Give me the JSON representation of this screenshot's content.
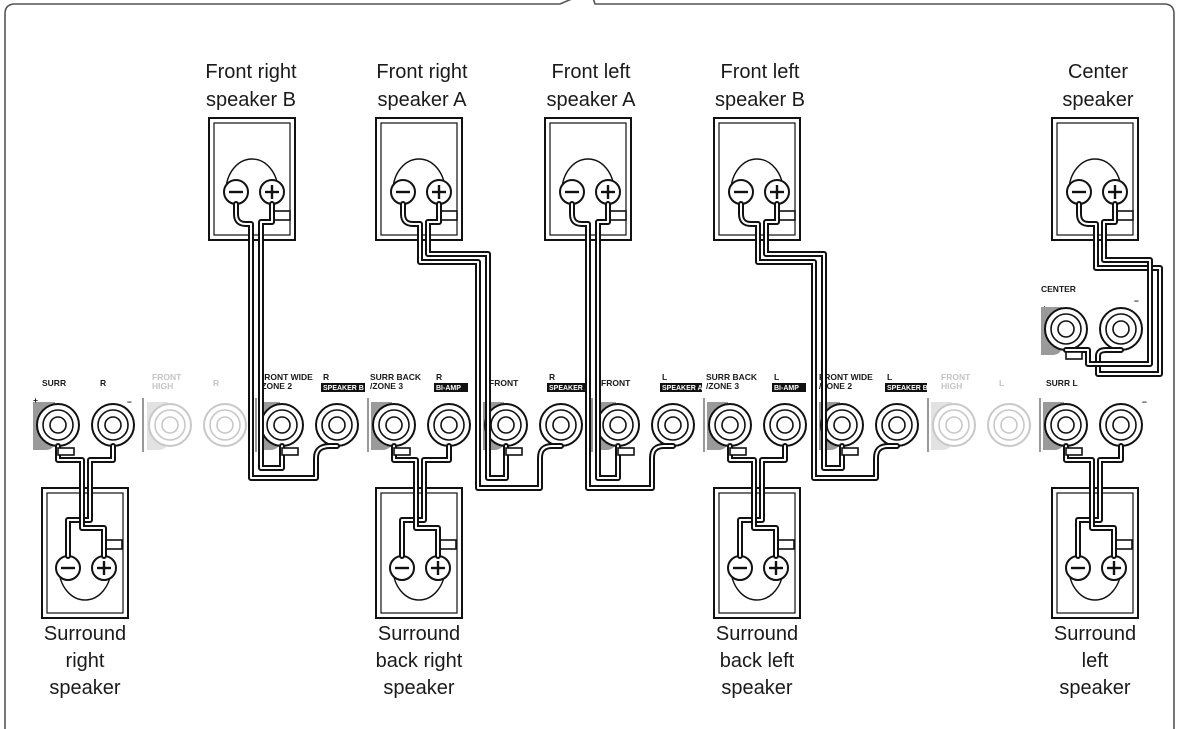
{
  "speakers": {
    "front_right_b": {
      "line1": "Front right",
      "line2": "speaker B"
    },
    "front_right_a": {
      "line1": "Front right",
      "line2": "speaker A"
    },
    "front_left_a": {
      "line1": "Front left",
      "line2": "speaker A"
    },
    "front_left_b": {
      "line1": "Front left",
      "line2": "speaker B"
    },
    "center": {
      "line1": "Center",
      "line2": "speaker"
    },
    "surround_right": {
      "line1": "Surround",
      "line2": "right",
      "line3": "speaker"
    },
    "surround_back_right": {
      "line1": "Surround",
      "line2": "back right",
      "line3": "speaker"
    },
    "surround_back_left": {
      "line1": "Surround",
      "line2": "back left",
      "line3": "speaker"
    },
    "surround_left": {
      "line1": "Surround",
      "line2": "left",
      "line3": "speaker"
    }
  },
  "terminals": {
    "surr": "SURR",
    "surr_r": "R",
    "front_high": {
      "line1": "FRONT",
      "line2": "HIGH"
    },
    "front_high_r": "R",
    "front_wide_r": {
      "line1": "FRONT WIDE",
      "line2": "/ZONE 2"
    },
    "speaker_b_r": {
      "letter": "R",
      "tag": "SPEAKER B"
    },
    "surr_back_r": {
      "line1": "SURR BACK",
      "line2": "/ZONE 3"
    },
    "bi_amp_r": {
      "letter": "R",
      "tag": "BI-AMP"
    },
    "front_r": "FRONT",
    "speaker_a_r": {
      "letter": "R",
      "tag": "SPEAKER A"
    },
    "front_l": "FRONT",
    "speaker_a_l": {
      "letter": "L",
      "tag": "SPEAKER A"
    },
    "surr_back_l": {
      "line1": "SURR BACK",
      "line2": "/ZONE 3"
    },
    "bi_amp_l": {
      "letter": "L",
      "tag": "BI-AMP"
    },
    "front_wide_l": {
      "line1": "FRONT WIDE",
      "line2": "/ZONE 2"
    },
    "speaker_b_l": {
      "letter": "L",
      "tag": "SPEAKER B"
    },
    "front_high_l": {
      "line1": "FRONT",
      "line2": "HIGH"
    },
    "front_high_ll": "L",
    "surr_l": "SURR L",
    "center": "CENTER"
  }
}
